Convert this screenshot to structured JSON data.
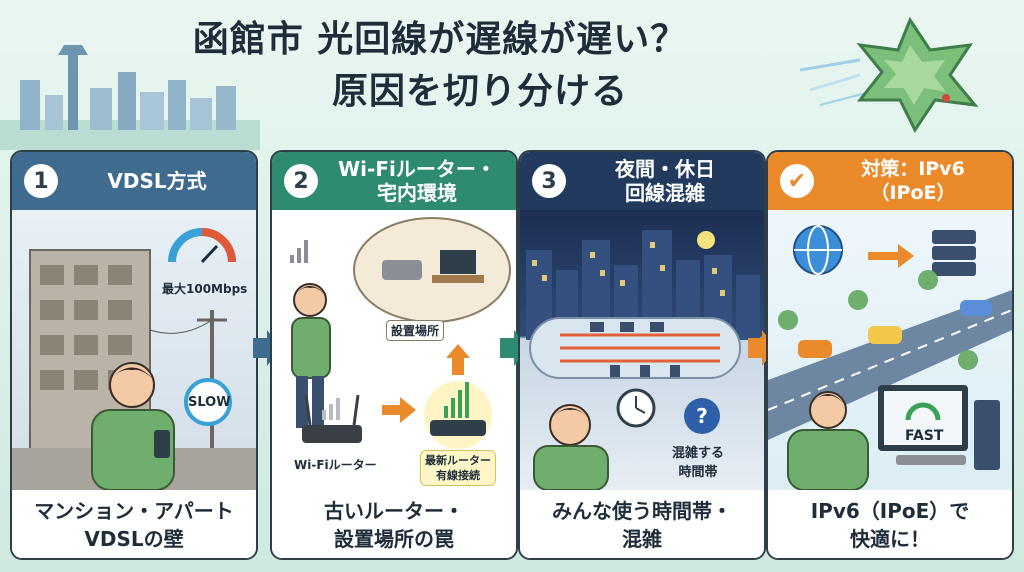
{
  "title": {
    "line1": "函館市 光回線が遅線が遅い？",
    "line2": "原因を切り分ける"
  },
  "panels": [
    {
      "number": "1",
      "heading": "VDSL方式",
      "footer_line1": "マンション・アパート",
      "footer_line2": "VDSLの壁",
      "labels": {
        "gauge": "最大100Mbps",
        "slow": "SLOW"
      },
      "color": "#3f6c8e"
    },
    {
      "number": "2",
      "heading_line1": "Wi-Fiルーター・",
      "heading_line2": "宅内環境",
      "footer_line1": "古いルーター・",
      "footer_line2": "設置場所の罠",
      "labels": {
        "place": "設置場所",
        "router": "Wi-Fiルーター",
        "new_router_1": "最新ルーター",
        "new_router_2": "有線接続"
      },
      "color": "#2e8b72"
    },
    {
      "number": "3",
      "heading_line1": "夜間・休日",
      "heading_line2": "回線混雑",
      "footer_line1": "みんな使う時間帯・",
      "footer_line2": "混雑",
      "labels": {
        "busy_1": "混雑する",
        "busy_2": "時間帯"
      },
      "color": "#223a5e"
    },
    {
      "check": "✔",
      "heading": "対策：IPv6（IPoE）",
      "footer_line1": "IPv6（IPoE）で",
      "footer_line2": "快適に！",
      "labels": {
        "fast": "FAST"
      },
      "color": "#ea8a2a"
    }
  ]
}
